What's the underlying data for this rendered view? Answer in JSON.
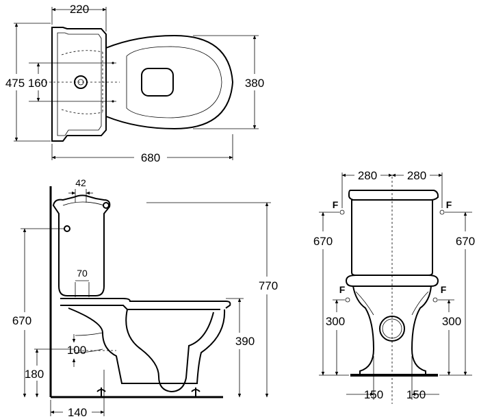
{
  "plan_view": {
    "dims": {
      "tank_width": "220",
      "total_depth": "475",
      "fixing_spacing": "160",
      "bowl_width": "380",
      "total_length": "680"
    }
  },
  "side_view": {
    "dims": {
      "flush_offset": "42",
      "water_inlet": "70",
      "total_height": "770",
      "tank_height": "670",
      "seat_height": "390",
      "outlet_height": "180",
      "outlet_diameter": "100",
      "outlet_wall_distance": "140"
    }
  },
  "front_view": {
    "dims": {
      "half_width_left": "280",
      "half_width_right": "280",
      "fix_height_left": "670",
      "fix_height_right": "670",
      "bowl_fix_left": "300",
      "bowl_fix_right": "300",
      "base_left": "150",
      "base_right": "150"
    },
    "fixing_label": "F"
  }
}
